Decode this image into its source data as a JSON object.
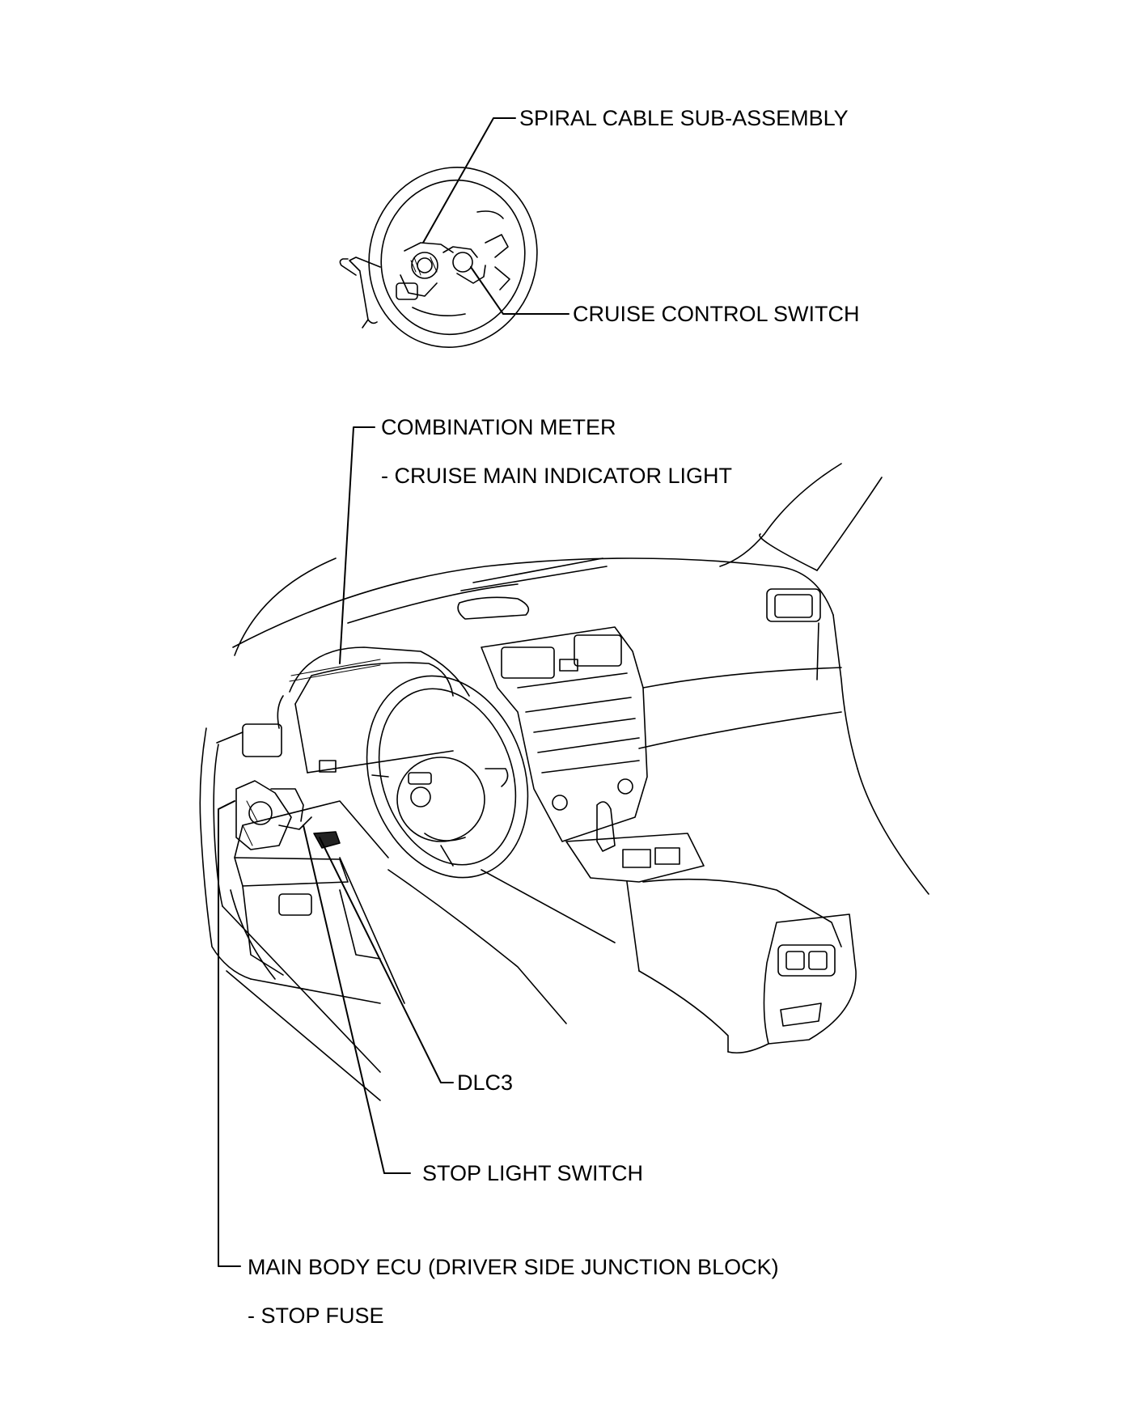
{
  "labels": {
    "spiral_cable": "SPIRAL CABLE SUB-ASSEMBLY",
    "cruise_switch": "CRUISE CONTROL SWITCH",
    "combination_meter": "COMBINATION METER",
    "cruise_indicator": "- CRUISE MAIN INDICATOR LIGHT",
    "dlc3": "DLC3",
    "stop_light_switch": "STOP LIGHT SWITCH",
    "main_body_ecu": "MAIN BODY ECU (DRIVER SIDE JUNCTION BLOCK)",
    "stop_fuse": "- STOP FUSE"
  },
  "colors": {
    "line": "#000000",
    "background": "#ffffff"
  }
}
